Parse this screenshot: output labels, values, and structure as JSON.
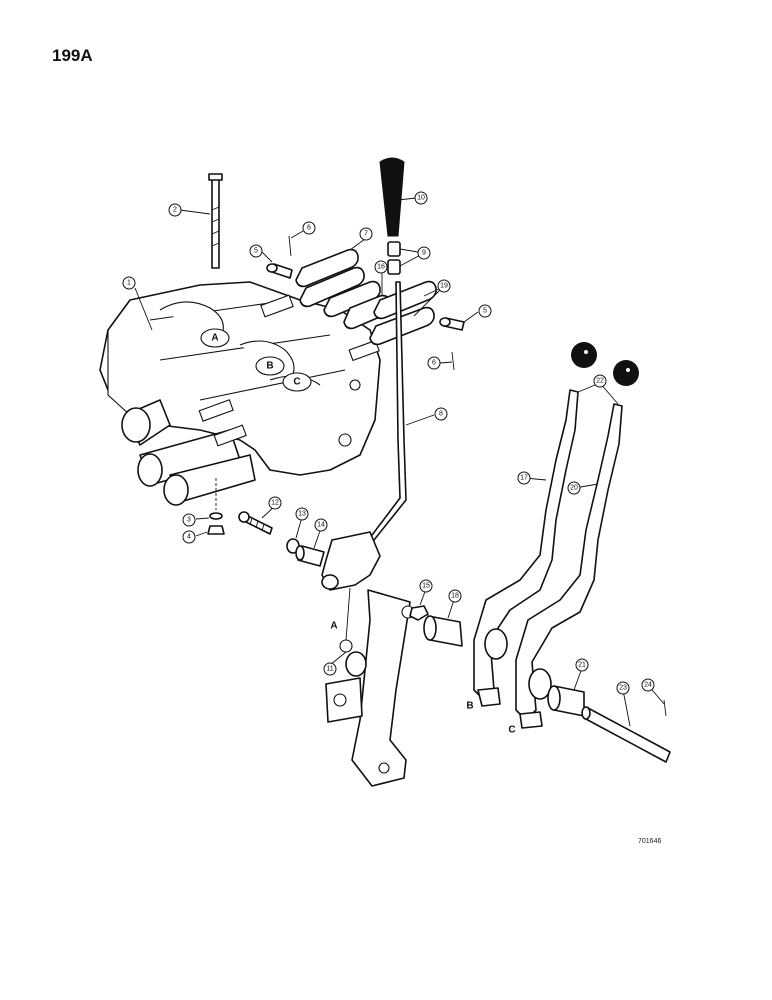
{
  "page_number": "199A",
  "ref_code": "701646",
  "callouts": [
    "1",
    "2",
    "3",
    "4",
    "5",
    "6",
    "7",
    "8",
    "9",
    "10",
    "11",
    "12",
    "13",
    "14",
    "15",
    "16",
    "17",
    "18",
    "19",
    "20",
    "21",
    "22",
    "23",
    "24"
  ],
  "section_letters": [
    "A",
    "B",
    "C"
  ]
}
